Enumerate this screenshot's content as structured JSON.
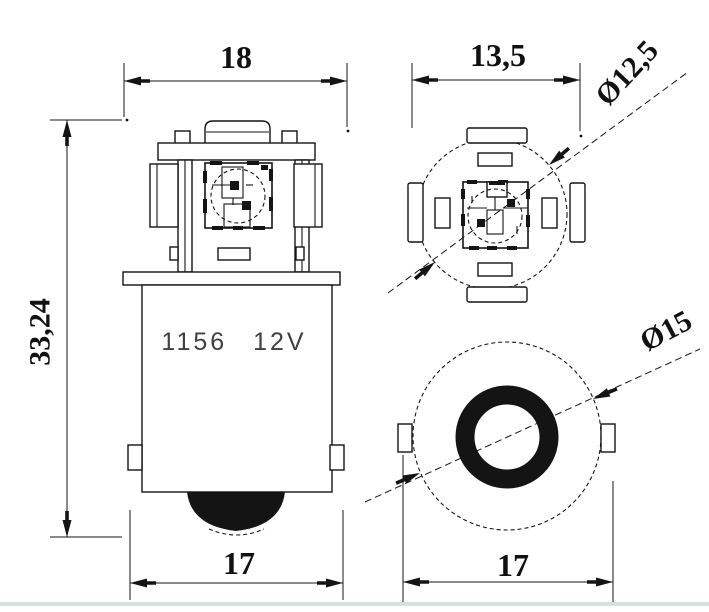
{
  "drawing": {
    "labels": {
      "body_marking": "1156 12V"
    },
    "dimensions": {
      "led_head_width": "18",
      "top_view_flat_width": "13,5",
      "top_view_diameter": "Ø12,5",
      "overall_height": "33,24",
      "base_width_front": "17",
      "bottom_view_diameter": "Ø15",
      "bottom_view_width": "17"
    },
    "colors": {
      "line": "#141414",
      "background": "#ffffff",
      "marking_text": "#404040",
      "footer_strip": "#d8dee4"
    }
  }
}
